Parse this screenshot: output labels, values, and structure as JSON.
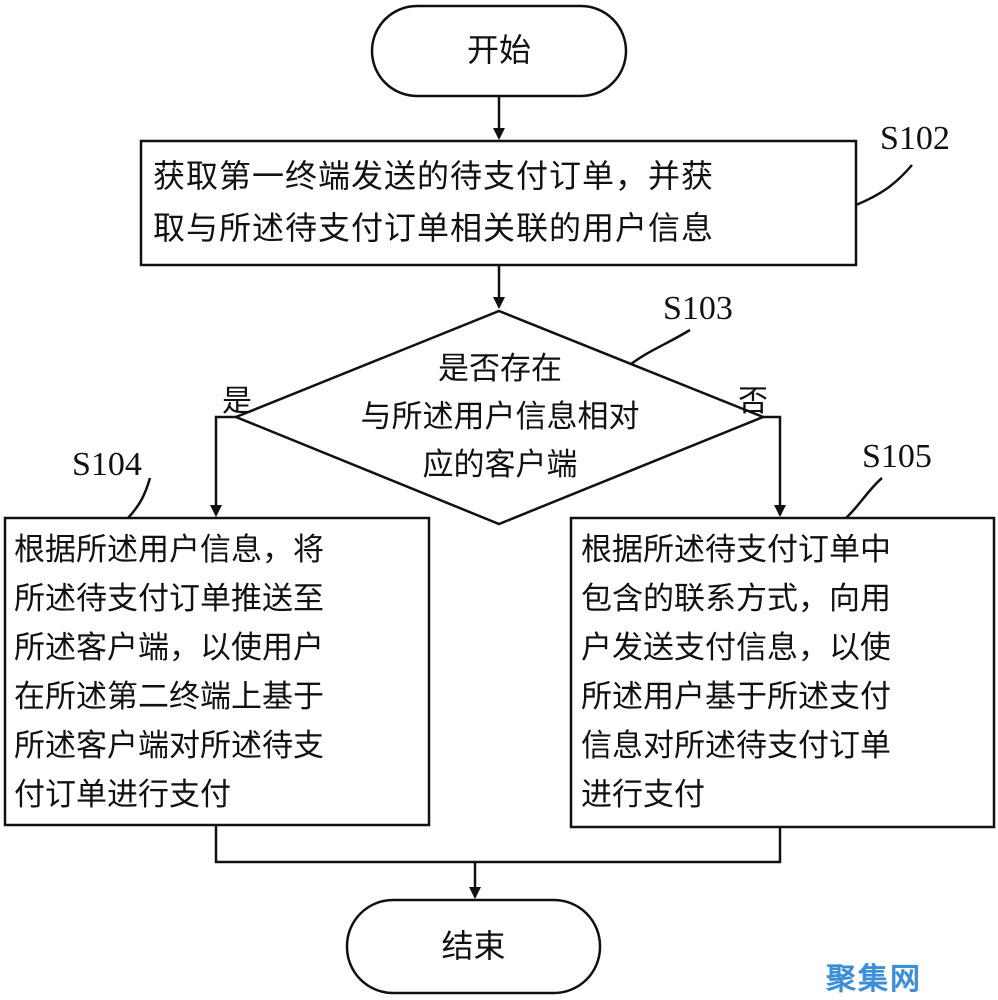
{
  "start": {
    "text": "开始"
  },
  "end": {
    "text": "结束"
  },
  "s102": {
    "label": "S102",
    "text": "获取第一终端发送的待支付订单，并获\n取与所述待支付订单相关联的用户信息"
  },
  "s103": {
    "label": "S103",
    "text": "是否存在\n与所述用户信息相对\n应的客户端"
  },
  "s104": {
    "label": "S104",
    "text": "根据所述用户信息，将\n所述待支付订单推送至\n所述客户端，以使用户\n在所述第二终端上基于\n所述客户端对所述待支\n付订单进行支付"
  },
  "s105": {
    "label": "S105",
    "text": "根据所述待支付订单中\n包含的联系方式，向用\n户发送支付信息，以使\n所述用户基于所述支付\n信息对所述待支付订单\n进行支付"
  },
  "branches": {
    "yes": "是",
    "no": "否"
  },
  "watermark": {
    "text": "聚集网",
    "color": "#3b8fd6"
  }
}
